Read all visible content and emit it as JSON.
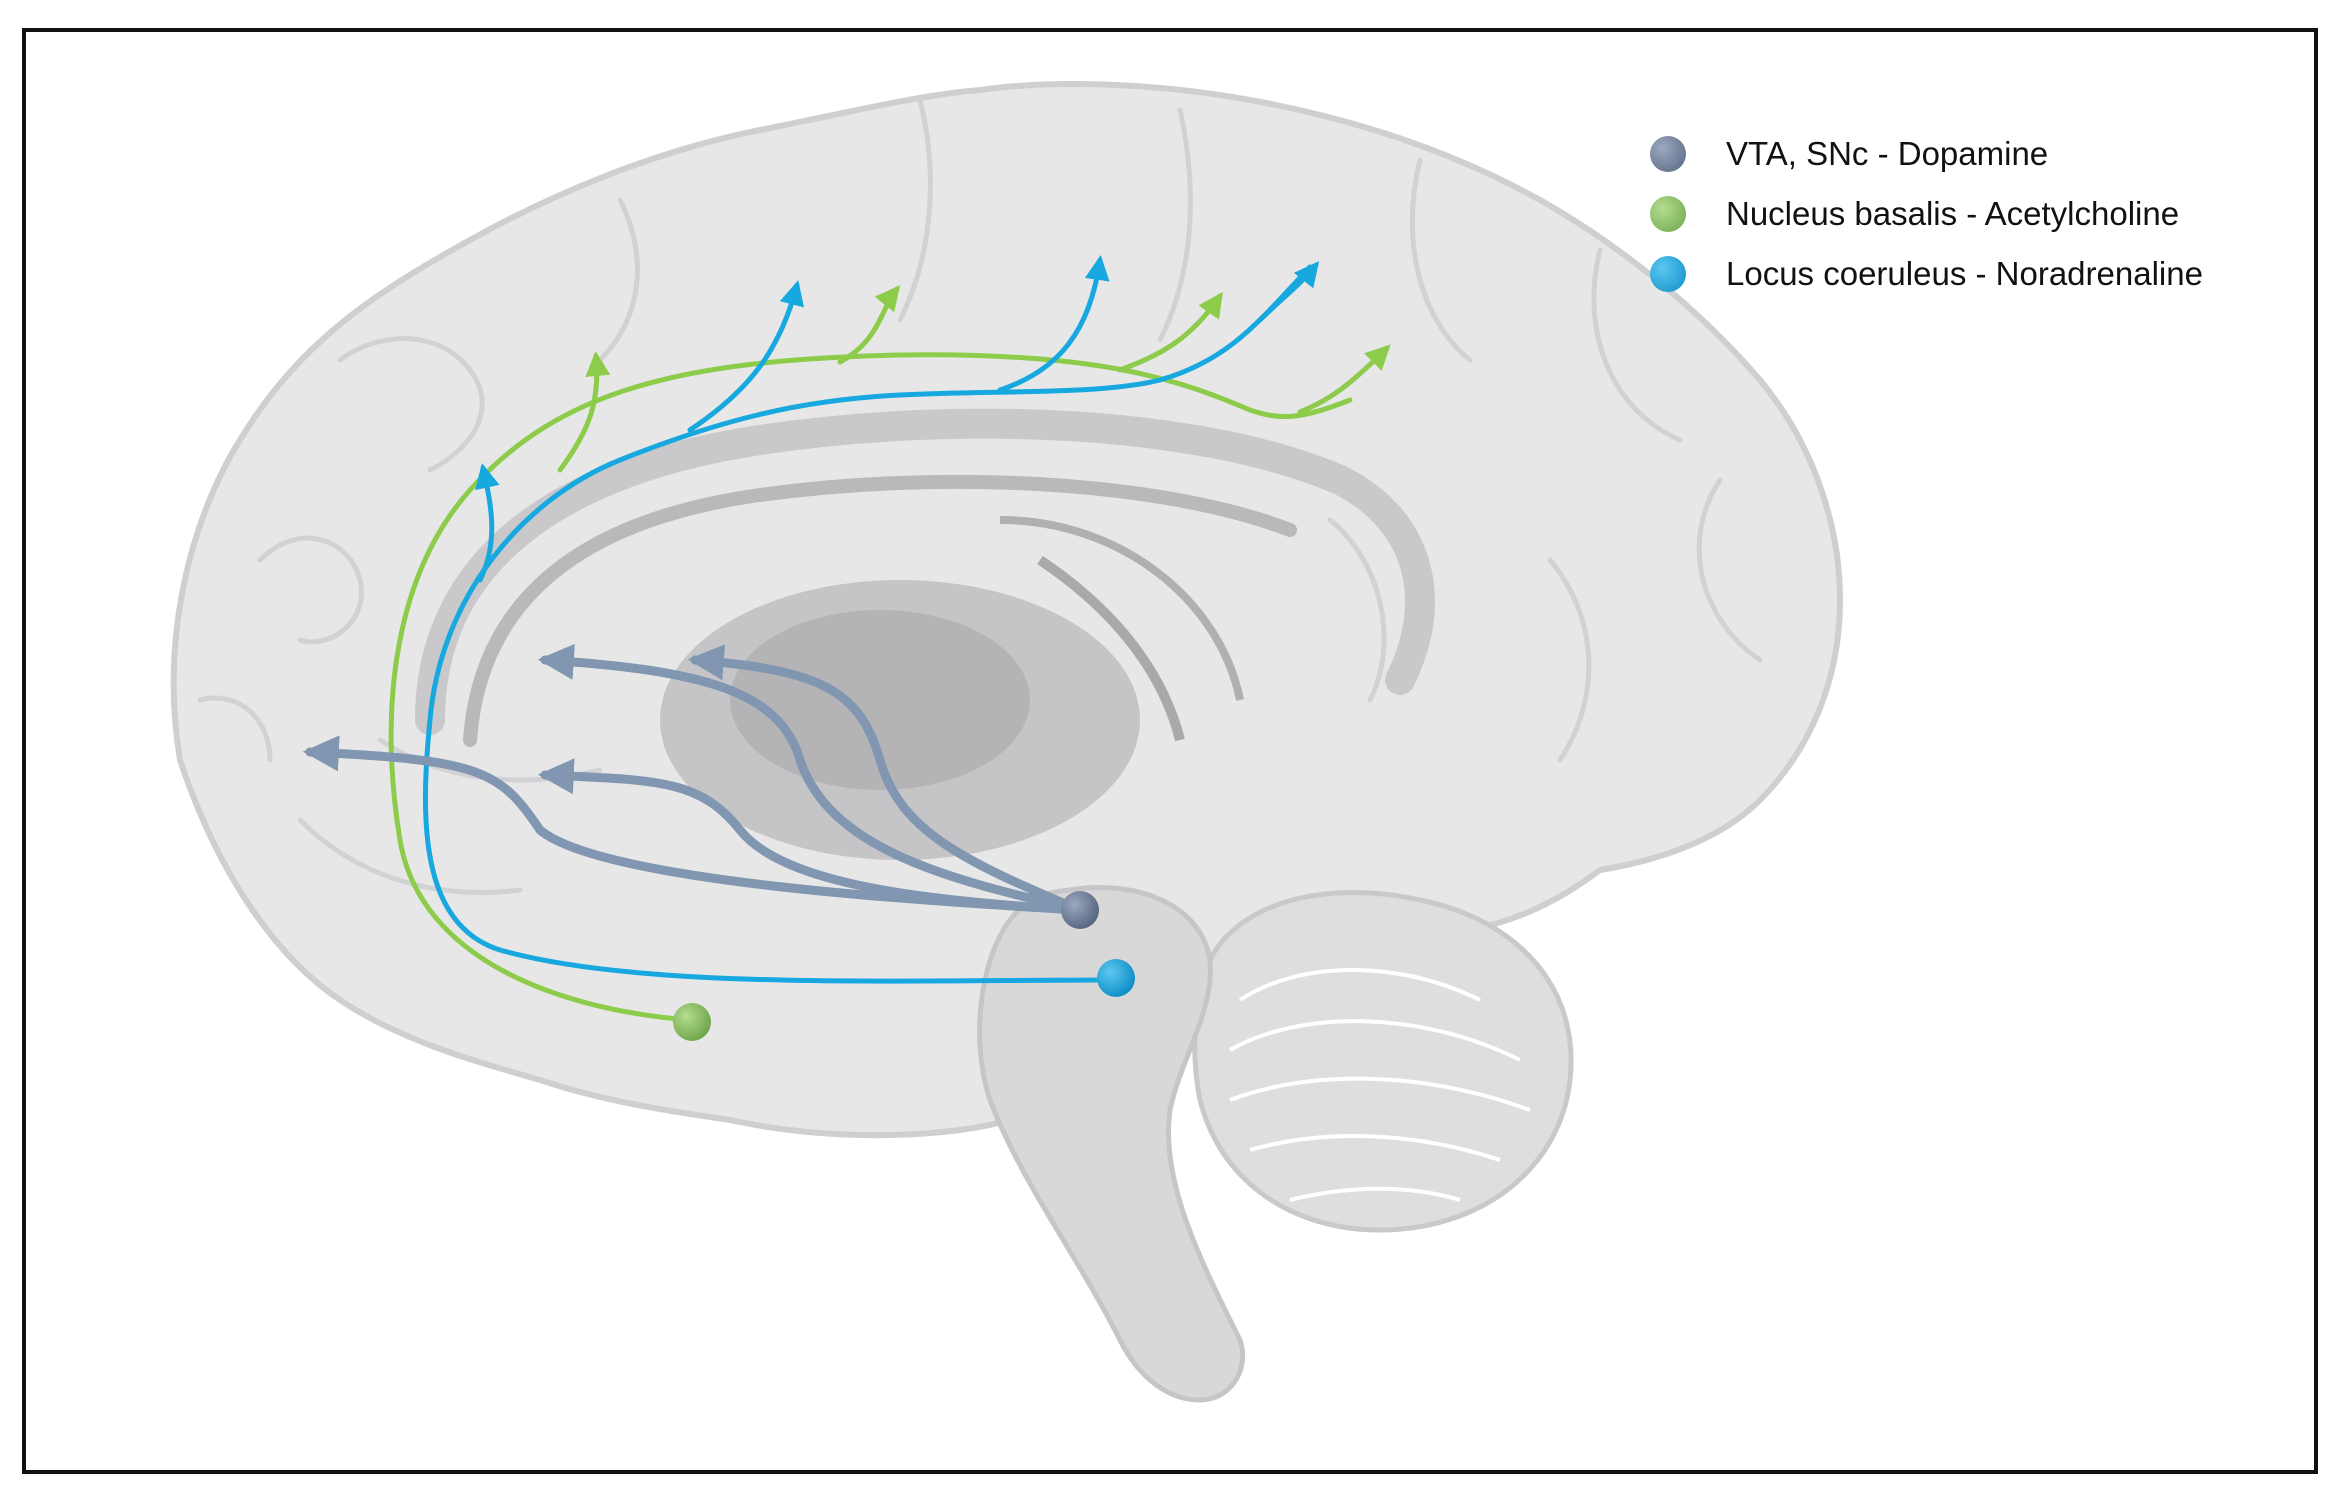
{
  "colors": {
    "background": "#ffffff",
    "border": "#111111",
    "brain_fill": "#e7e7e8",
    "brain_outline": "#cfcfd0",
    "inner_structures": "#b9b9bb",
    "dopamine": "#8196b0",
    "acetylcholine": "#8ccc4a",
    "noradrenaline": "#18a8e0"
  },
  "legend": {
    "items": [
      {
        "label": "VTA, SNc - Dopamine",
        "color": "#6d7d96"
      },
      {
        "label": "Nucleus basalis - Acetylcholine",
        "color": "#8fc46b"
      },
      {
        "label": "Locus coeruleus - Noradrenaline",
        "color": "#17a6e2"
      }
    ]
  },
  "pathways": [
    {
      "name": "dopamine",
      "source": "VTA, SNc",
      "icon": "brain-sagittal"
    },
    {
      "name": "acetylcholine",
      "source": "Nucleus basalis"
    },
    {
      "name": "noradrenaline",
      "source": "Locus coeruleus"
    }
  ]
}
